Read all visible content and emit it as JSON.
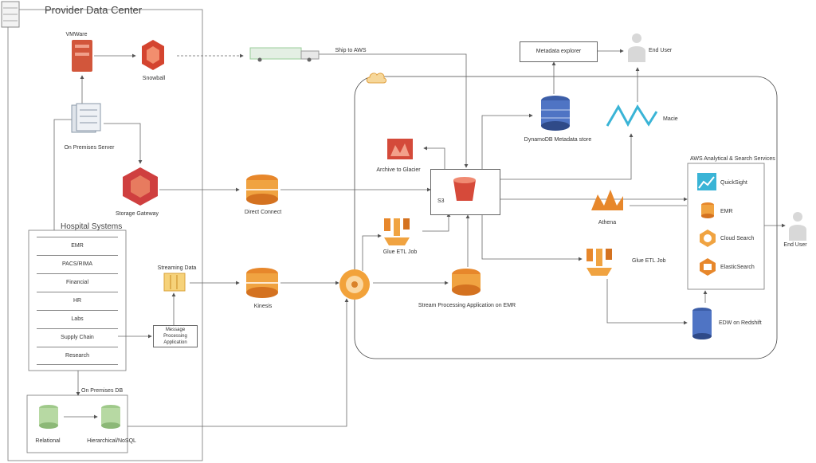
{
  "provider_dc": {
    "title": "Provider Data Center"
  },
  "nodes": {
    "vmware": "VMWare",
    "snowball": "Snowball",
    "ship_to_aws": "Ship to AWS",
    "on_prem_server": "On Premises Server",
    "storage_gateway": "Storage Gateway",
    "direct_connect": "Direct Connect",
    "streaming_data": "Streaming Data",
    "kinesis": "Kinesis",
    "message_processing": "Message Processing Application",
    "on_prem_db": "On Premises DB",
    "relational": "Relational",
    "hierarchical": "Hierarchical/NoSQL",
    "s3": "S3",
    "archive_glacier": "Archive to Glacier",
    "glue_etl_1": "Glue ETL Job",
    "glue_etl_2": "Glue ETL Job",
    "stream_processing": "Stream Processing Application on EMR",
    "dynamodb": "DynamoDB Metadata store",
    "metadata_explorer": "Metadata explorer",
    "end_user_top": "End User",
    "macie": "Macie",
    "athena": "Athena",
    "redshift": "EDW on Redshift",
    "end_user_right": "End User"
  },
  "hospital_systems": {
    "title": "Hospital Systems",
    "items": [
      "EMR",
      "PACS/RIMA",
      "Financial",
      "HR",
      "Labs",
      "Supply Chain",
      "Research"
    ]
  },
  "analytics": {
    "title": "AWS Analytical & Search Services",
    "items": [
      "QuickSight",
      "EMR",
      "Cloud Search",
      "ElasticSearch"
    ]
  },
  "colors": {
    "orange": "#e8862a",
    "blue": "#3c5ea8",
    "teal": "#3ab4d6",
    "line": "#555555"
  }
}
